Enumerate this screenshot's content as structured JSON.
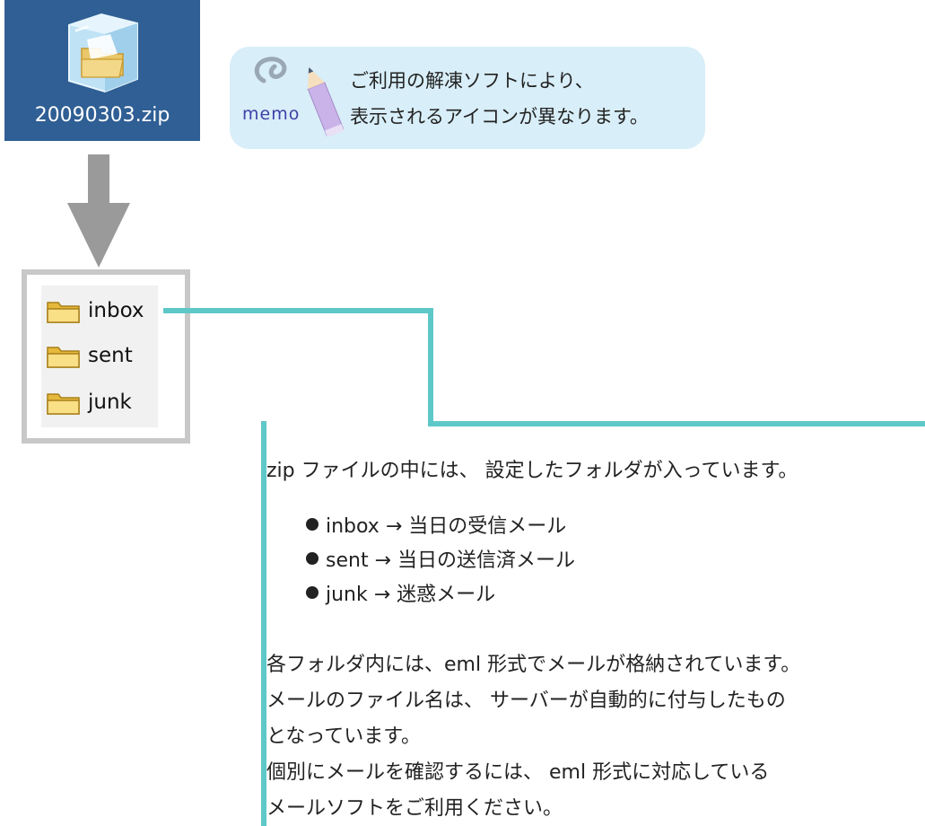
{
  "zip_file": {
    "filename": "20090303.zip",
    "icon": "zip-archive-icon"
  },
  "memo": {
    "badge_word": "memo",
    "icon": "pencil-memo-icon",
    "lines": [
      "ご利用の解凍ソフトにより、",
      "表示されるアイコンが異なります。"
    ]
  },
  "folders": [
    {
      "name": "inbox",
      "icon": "folder-icon"
    },
    {
      "name": "sent",
      "icon": "folder-icon"
    },
    {
      "name": "junk",
      "icon": "folder-icon"
    }
  ],
  "description": {
    "intro": "zip ファイルの中には、 設定したフォルダが入っています。",
    "bullets": [
      "inbox → 当日の受信メール",
      "sent → 当日の送信済メール",
      "junk → 迷惑メール"
    ],
    "paragraph_lines": [
      "各フォルダ内には、eml 形式でメールが格納されています。",
      "メールのファイル名は、 サーバーが自動的に付与したもの",
      "となっています。",
      "個別にメールを確認するには、 eml 形式に対応している",
      "メールソフトをご利用ください。"
    ]
  },
  "colors": {
    "zip_tile_bg": "#2f5f94",
    "memo_bg": "#d8eef8",
    "connector": "#5ec8c8",
    "arrow": "#9a9a9a",
    "panel_border": "#c8c8c8"
  }
}
